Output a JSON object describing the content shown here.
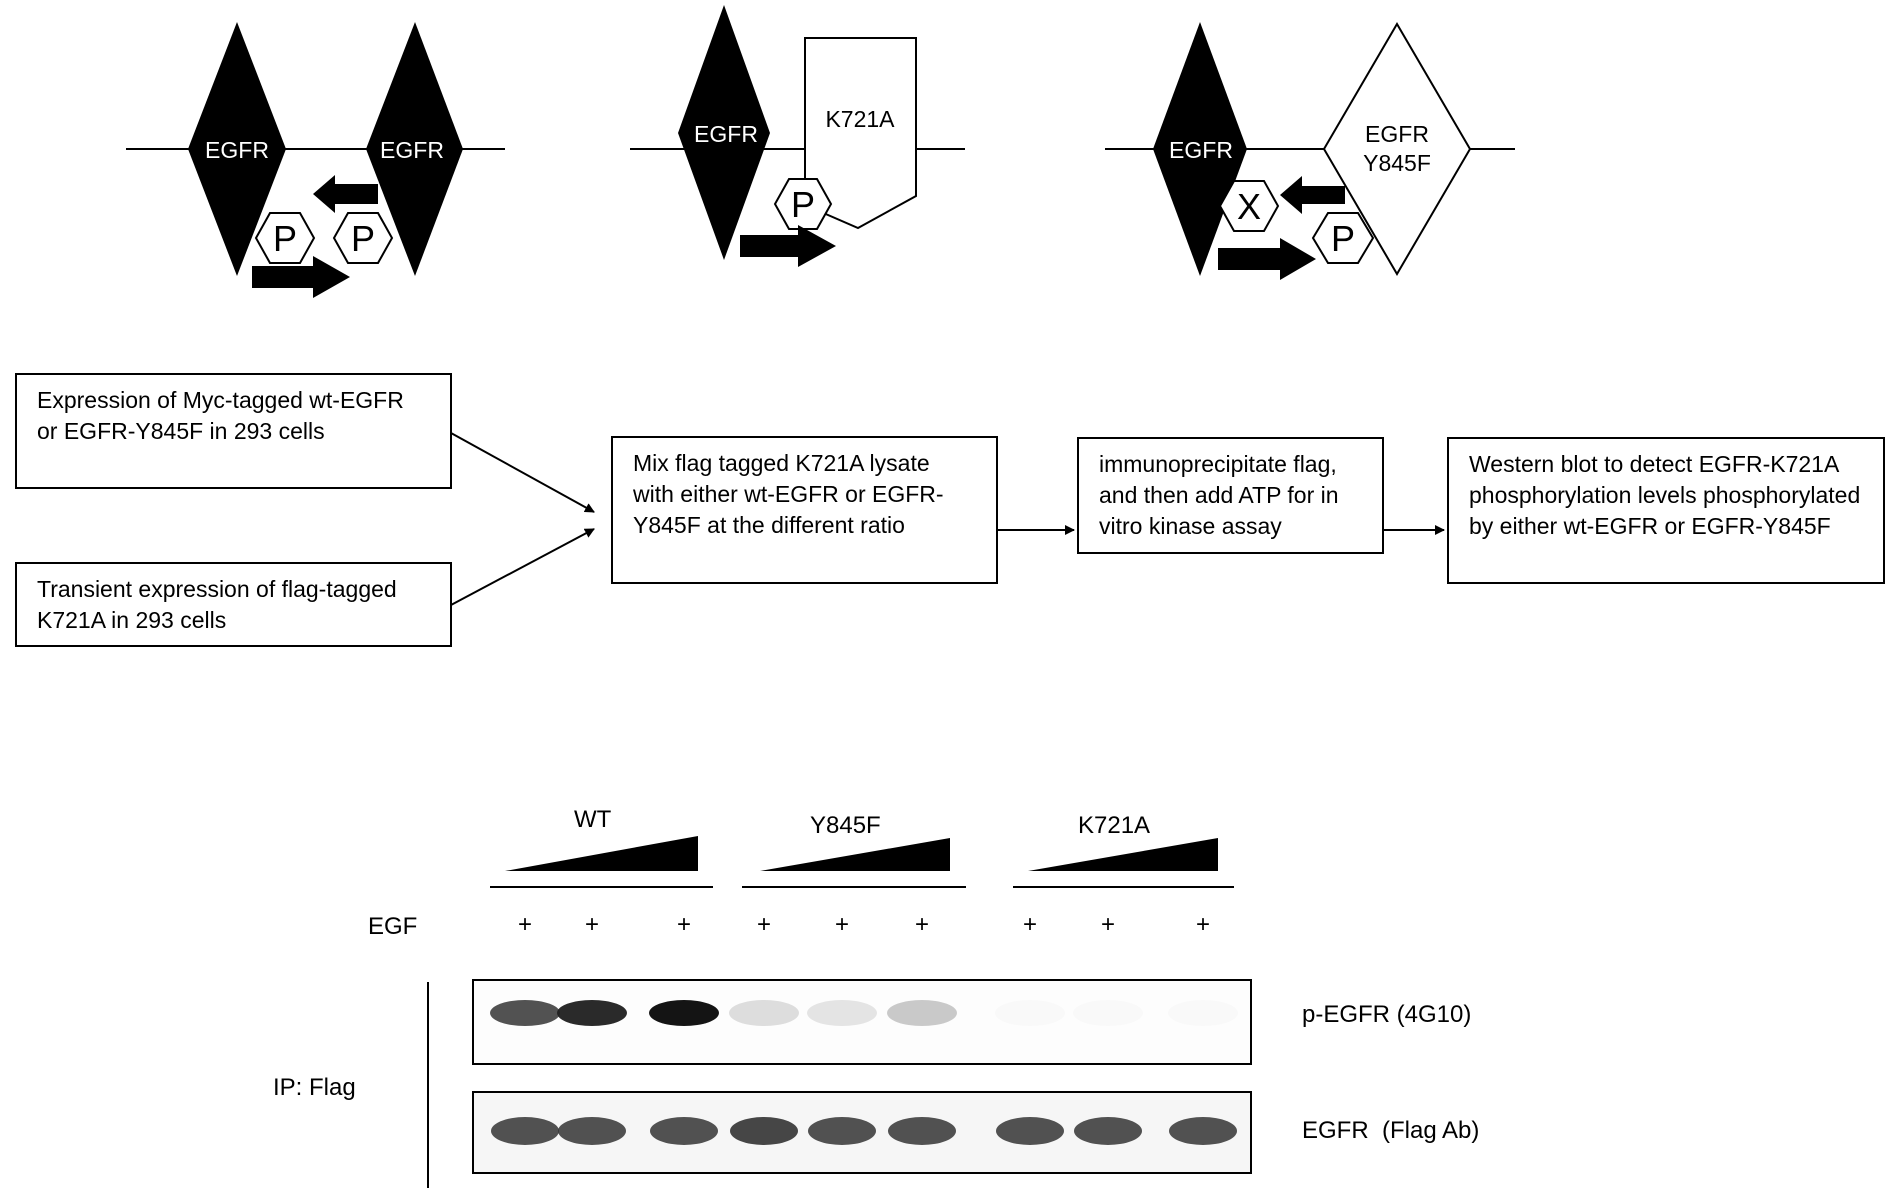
{
  "mechanisms": {
    "wt": {
      "left_label": "EGFR",
      "right_label": "EGFR",
      "p_left": "P",
      "p_right": "P"
    },
    "k721a": {
      "egfr_label": "EGFR",
      "mutant_label": "K721A",
      "p": "P"
    },
    "y845f": {
      "egfr_label": "EGFR",
      "mutant_label_1": "EGFR",
      "mutant_label_2": "Y845F",
      "blocked": "X",
      "p": "P"
    }
  },
  "workflow": {
    "step_myc": "Expression of Myc-tagged wt-EGFR or EGFR-Y845F in 293 cells",
    "step_flag": "Transient expression of flag-tagged K721A in 293 cells",
    "step_mix": "Mix flag tagged K721A lysate with either wt-EGFR or EGFR-Y845F at the different ratio",
    "step_ip": "immunoprecipitate flag, and then add ATP for in vitro kinase assay",
    "step_western": "Western blot to detect EGFR-K721A phosphorylation levels phosphorylated by either wt-EGFR or EGFR-Y845F"
  },
  "blot": {
    "groups": [
      "WT",
      "Y845F",
      "K721A"
    ],
    "egf_label": "EGF",
    "egf_marks": [
      "+",
      "+",
      "+",
      "+",
      "+",
      "+",
      "+",
      "+",
      "+"
    ],
    "ip_label": "IP: Flag",
    "panel_top_label": "p-EGFR (4G10)",
    "panel_bottom_label": "EGFR  (Flag Ab)",
    "p_egfr_intensity": [
      0.85,
      0.95,
      1.0,
      0.35,
      0.3,
      0.45,
      0.03,
      0.04,
      0.04
    ],
    "egfr_intensity": [
      0.85,
      0.85,
      0.85,
      0.88,
      0.85,
      0.85,
      0.85,
      0.85,
      0.85
    ]
  }
}
